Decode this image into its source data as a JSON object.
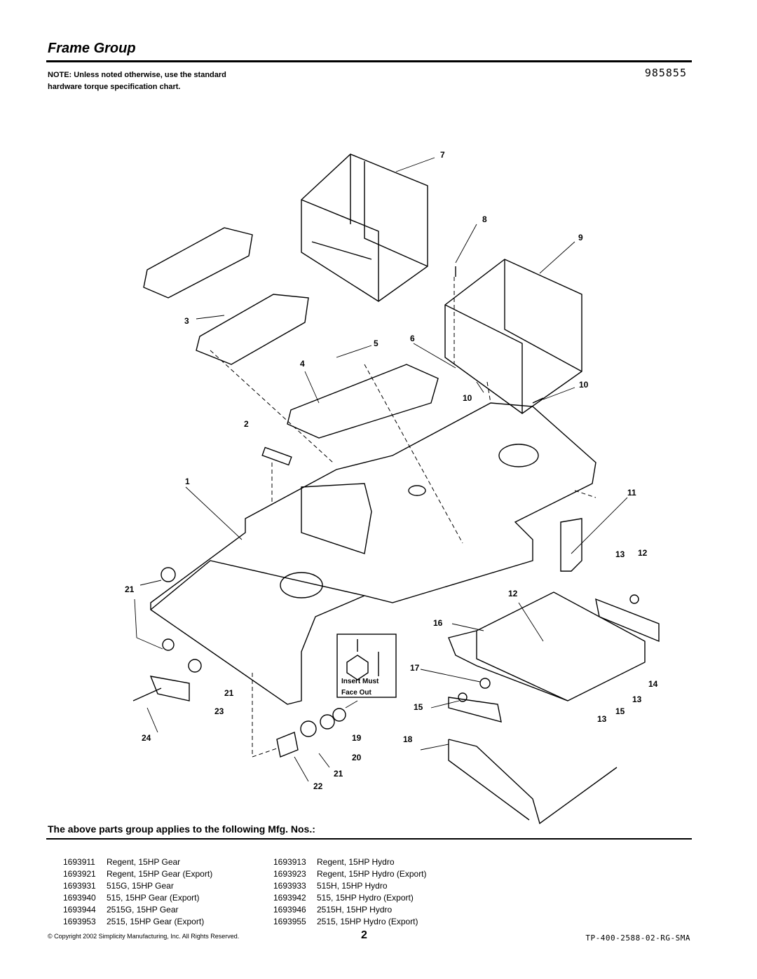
{
  "header": {
    "title": "Frame Group",
    "note": "NOTE: Unless noted otherwise, use the standard hardware torque specification chart.",
    "part_number": "985855"
  },
  "diagram": {
    "callouts": [
      "7",
      "8",
      "9",
      "3",
      "5",
      "6",
      "4",
      "10",
      "10",
      "2",
      "1",
      "11",
      "13",
      "12",
      "21",
      "12",
      "16",
      "17",
      "14",
      "21",
      "13",
      "15",
      "23",
      "15",
      "13",
      "24",
      "19",
      "18",
      "20",
      "21",
      "22"
    ],
    "inset_text": [
      "Insert Must",
      "Face Out"
    ]
  },
  "applies": {
    "heading": "The above parts group applies to the following Mfg. Nos.:",
    "left": [
      {
        "num": "1693911",
        "desc": "Regent, 15HP Gear"
      },
      {
        "num": "1693921",
        "desc": "Regent, 15HP Gear (Export)"
      },
      {
        "num": "1693931",
        "desc": "515G, 15HP Gear"
      },
      {
        "num": "1693940",
        "desc": "515, 15HP Gear (Export)"
      },
      {
        "num": "1693944",
        "desc": "2515G, 15HP Gear"
      },
      {
        "num": "1693953",
        "desc": "2515, 15HP Gear (Export)"
      }
    ],
    "right": [
      {
        "num": "1693913",
        "desc": "Regent, 15HP Hydro"
      },
      {
        "num": "1693923",
        "desc": "Regent, 15HP Hydro (Export)"
      },
      {
        "num": "1693933",
        "desc": "515H, 15HP Hydro"
      },
      {
        "num": "1693942",
        "desc": "515, 15HP Hydro (Export)"
      },
      {
        "num": "1693946",
        "desc": "2515H, 15HP Hydro"
      },
      {
        "num": "1693955",
        "desc": "2515, 15HP Hydro (Export)"
      }
    ]
  },
  "footer": {
    "copyright": "© Copyright 2002 Simplicity Manufacturing, Inc. All Rights Reserved.",
    "page": "2",
    "doc_id": "TP-400-2588-02-RG-SMA"
  }
}
